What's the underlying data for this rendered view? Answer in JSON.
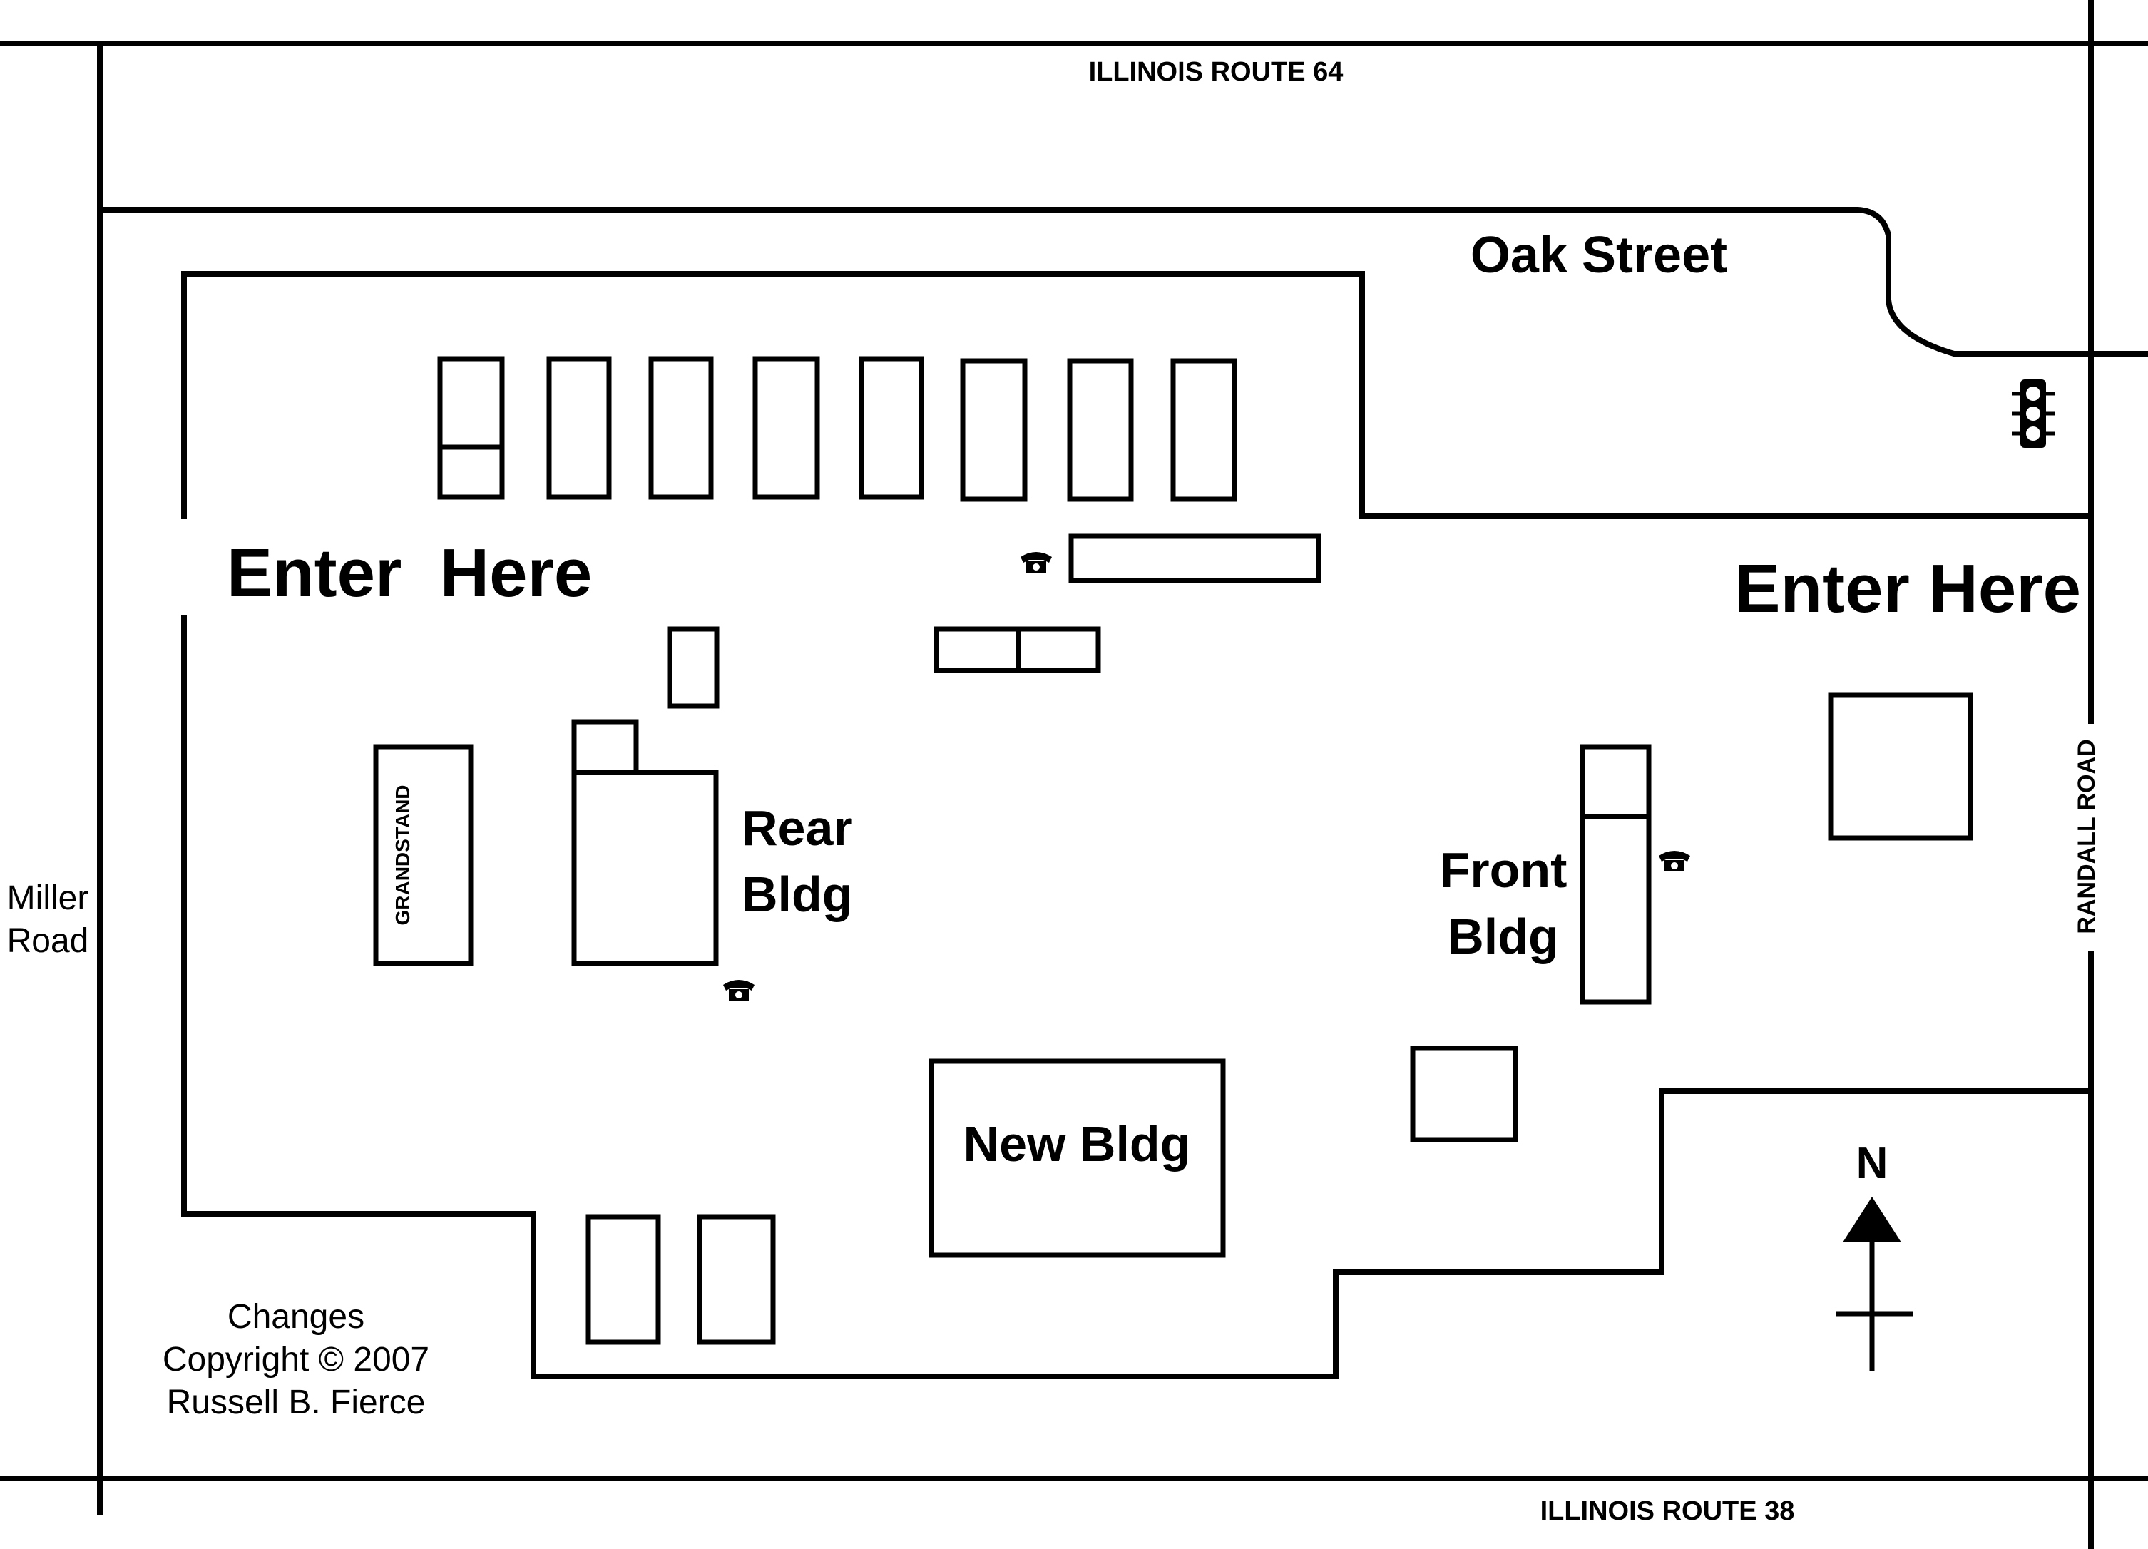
{
  "roads": {
    "north": "ILLINOIS ROUTE 64",
    "south": "ILLINOIS ROUTE 38",
    "east": "RANDALL ROAD",
    "west_line1": "Miller",
    "west_line2": "Road",
    "oak": "Oak Street"
  },
  "entrances": {
    "west": "Enter  Here",
    "east": "Enter Here"
  },
  "buildings": {
    "grandstand": "GRANDSTAND",
    "rear_line1": "Rear",
    "rear_line2": "Bldg",
    "front_line1": "Front",
    "front_line2": "Bldg",
    "new": "New Bldg"
  },
  "compass": "N",
  "credits": {
    "line1": "Changes",
    "line2": "Copyright © 2007",
    "line3": "Russell B. Fierce"
  },
  "icons": [
    "telephone-icon",
    "traffic-light-icon",
    "north-arrow-icon"
  ]
}
